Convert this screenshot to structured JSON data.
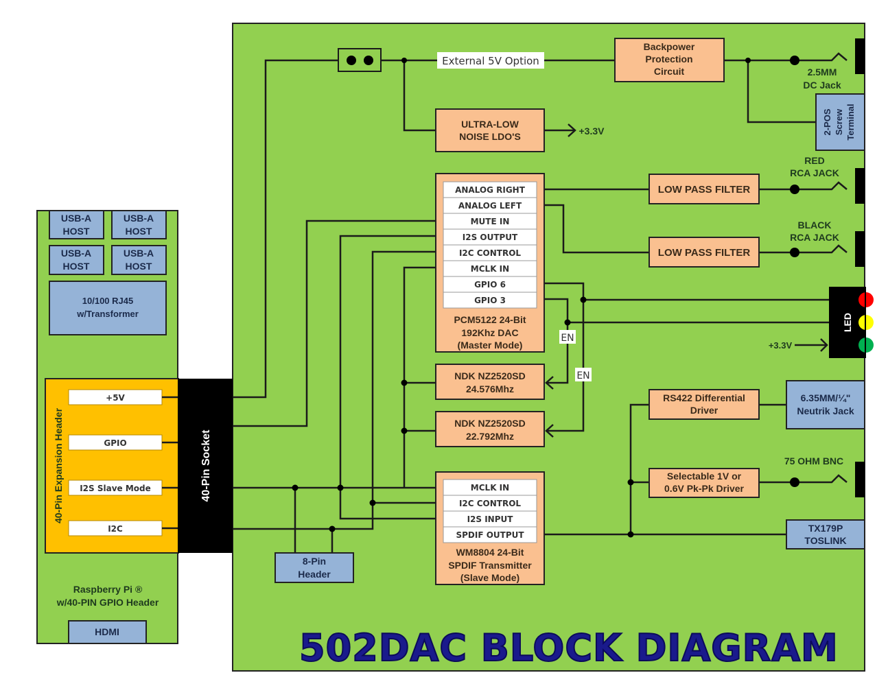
{
  "title": "502DAC BLOCK DIAGRAM",
  "colors": {
    "board_green": "#92d050",
    "header_orange": "#ffc000",
    "block_peach": "#fac090",
    "block_blue": "#95b3d7",
    "title_blue": "#1a1a8c",
    "led_red": "#ff0000",
    "led_yellow": "#ffff00",
    "led_green": "#00b050"
  },
  "raspberry_pi": {
    "label_line1": "Raspberry Pi ®",
    "label_line2": "w/40-PIN GPIO Header",
    "usb_ports": [
      {
        "line1": "USB-A",
        "line2": "HOST"
      },
      {
        "line1": "USB-A",
        "line2": "HOST"
      },
      {
        "line1": "USB-A",
        "line2": "HOST"
      },
      {
        "line1": "USB-A",
        "line2": "HOST"
      }
    ],
    "ethernet": {
      "line1": "10/100 RJ45",
      "line2": "w/Transformer"
    },
    "hdmi": "HDMI",
    "expansion_header": {
      "label": "40-Pin Expansion Header",
      "pins": [
        "+5V",
        "GPIO",
        "I2S Slave Mode",
        "I2C"
      ]
    }
  },
  "socket": {
    "label": "40-Pin Socket"
  },
  "power": {
    "external_option": "External 5V Option",
    "backpower": {
      "line1": "Backpower",
      "line2": "Protection",
      "line3": "Circuit"
    },
    "ldo": {
      "line1": "ULTRA-LOW",
      "line2": "NOISE LDO'S"
    },
    "ldo_output": "+3.3V",
    "dc_jack": {
      "line1": "2.5MM",
      "line2": "DC Jack"
    },
    "screw_terminal": {
      "line1": "2-POS",
      "line2": "Screw",
      "line3": "Terminal"
    }
  },
  "dac": {
    "pins": [
      "ANALOG RIGHT",
      "ANALOG LEFT",
      "MUTE IN",
      "I2S OUTPUT",
      "I2C CONTROL",
      "MCLK IN",
      "GPIO 6",
      "GPIO 3"
    ],
    "label_line1": "PCM5122 24-Bit",
    "label_line2": "192Khz DAC",
    "label_line3": "(Master Mode)"
  },
  "filters": [
    {
      "label": "LOW PASS FILTER"
    },
    {
      "label": "LOW PASS FILTER"
    }
  ],
  "rca": {
    "red": {
      "line1": "RED",
      "line2": "RCA JACK"
    },
    "black": {
      "line1": "BLACK",
      "line2": "RCA JACK"
    }
  },
  "led": {
    "label": "LED",
    "supply": "+3.3V"
  },
  "enable_labels": [
    "EN",
    "EN"
  ],
  "oscillators": [
    {
      "line1": "NDK NZ2520SD",
      "line2": "24.576Mhz"
    },
    {
      "line1": "NDK NZ2520SD",
      "line2": "22.792Mhz"
    }
  ],
  "spdif": {
    "pins": [
      "MCLK IN",
      "I2C CONTROL",
      "I2S INPUT",
      "SPDIF OUTPUT"
    ],
    "label_line1": "WM8804 24-Bit",
    "label_line2": "SPDIF Transmitter",
    "label_line3": "(Slave Mode)"
  },
  "outputs": {
    "rs422": {
      "line1": "RS422 Differential",
      "line2": "Driver"
    },
    "neutrik": {
      "line1": "6.35MM/¼\"",
      "line2": "Neutrik Jack"
    },
    "bnc_label": "75 OHM BNC",
    "bnc_driver": {
      "line1": "Selectable 1V or",
      "line2": "0.6V Pk-Pk Driver"
    },
    "toslink": {
      "line1": "TX179P",
      "line2": "TOSLINK"
    }
  },
  "header_8pin": {
    "line1": "8-Pin",
    "line2": "Header"
  }
}
